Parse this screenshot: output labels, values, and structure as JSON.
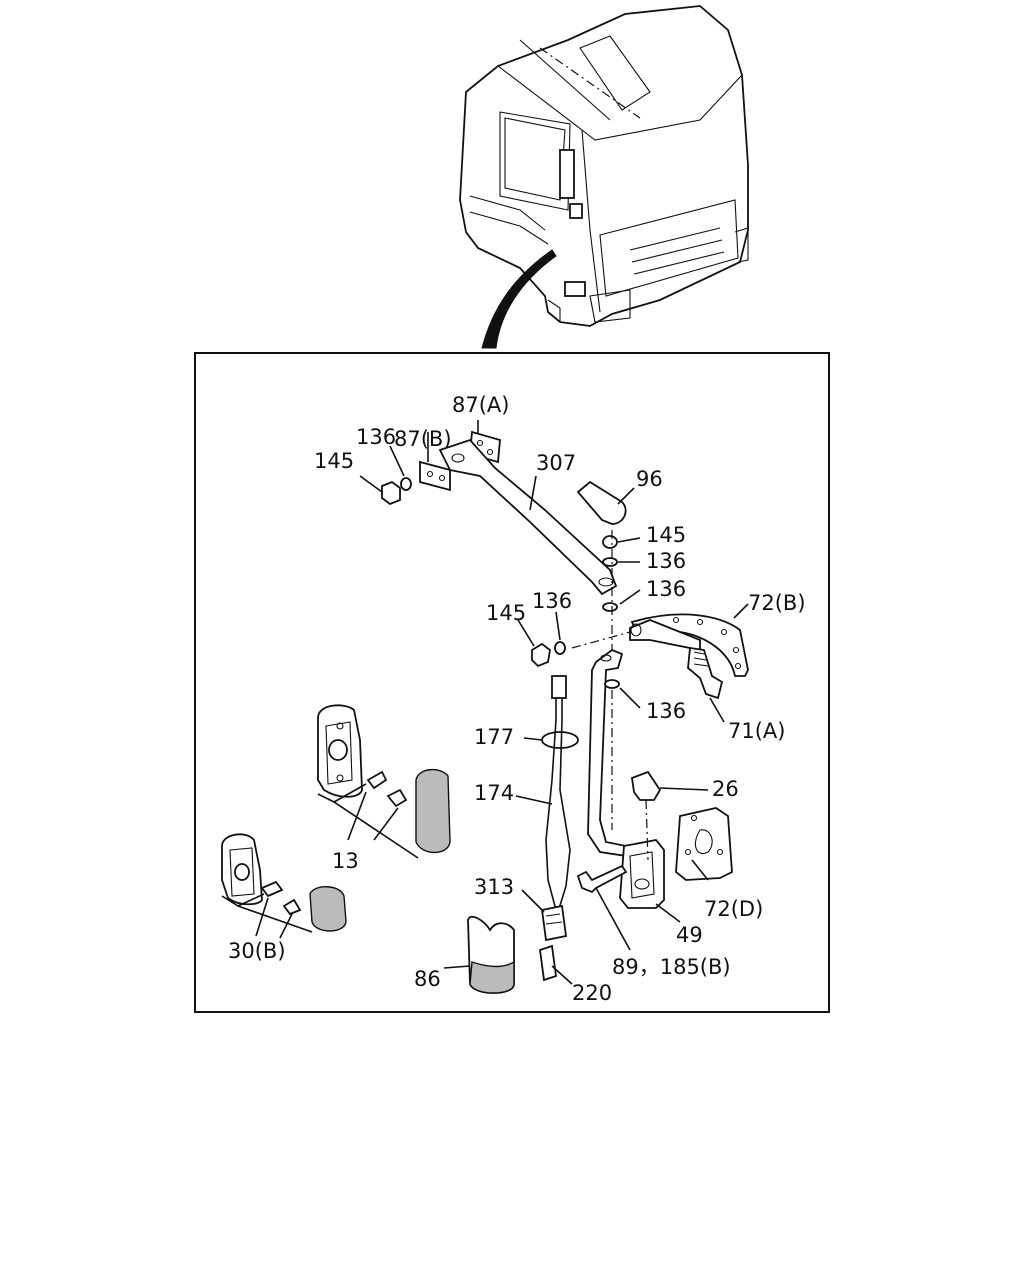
{
  "labels": {
    "p87a": "87(A)",
    "p87b": "87(B)",
    "p136a": "136",
    "p145a": "145",
    "p307": "307",
    "p96": "96",
    "p145b": "145",
    "p136b": "136",
    "p136c": "136",
    "p72b": "72(B)",
    "p145c": "145",
    "p136d": "136",
    "p136e": "136",
    "p71a": "71(A)",
    "p177": "177",
    "p174": "174",
    "p26": "26",
    "p13": "13",
    "p313": "313",
    "p72d": "72(D)",
    "p49": "49",
    "p30b": "30(B)",
    "p89": "89，185(B)",
    "p86": "86",
    "p220": "220"
  }
}
